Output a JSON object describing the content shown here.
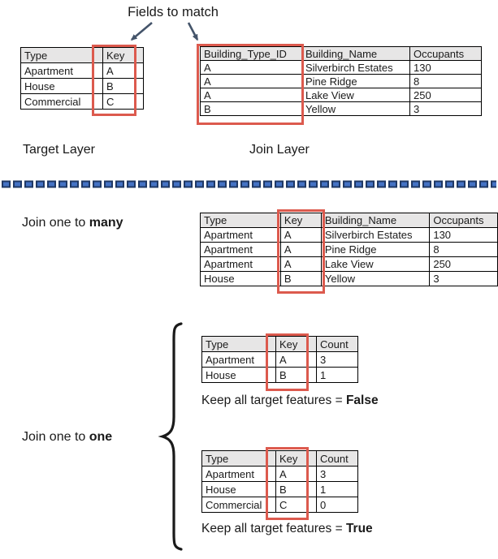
{
  "fields_to_match_label": "Fields to match",
  "target_layer": {
    "label": "Target Layer",
    "table": {
      "headers": [
        "Type",
        "Key"
      ],
      "rows": [
        [
          "Apartment",
          "A"
        ],
        [
          "House",
          "B"
        ],
        [
          "Commercial",
          "C"
        ]
      ]
    }
  },
  "join_layer": {
    "label": "Join Layer",
    "table": {
      "headers": [
        "Building_Type_ID",
        "Building_Name",
        "Occupants"
      ],
      "rows": [
        [
          "A",
          "Silverbirch Estates",
          "130"
        ],
        [
          "A",
          "Pine Ridge",
          "8"
        ],
        [
          "A",
          "Lake View",
          "250"
        ],
        [
          "B",
          "Yellow",
          "3"
        ]
      ]
    }
  },
  "join_one_to_many": {
    "label_prefix": "Join one to ",
    "label_bold": "many",
    "table": {
      "headers": [
        "Type",
        "Key",
        "Building_Name",
        "Occupants"
      ],
      "rows": [
        [
          "Apartment",
          "A",
          "Silverbirch Estates",
          "130"
        ],
        [
          "Apartment",
          "A",
          "Pine Ridge",
          "8"
        ],
        [
          "Apartment",
          "A",
          "Lake View",
          "250"
        ],
        [
          "House",
          "B",
          "Yellow",
          "3"
        ]
      ]
    }
  },
  "join_one_to_one": {
    "label_prefix": "Join one to ",
    "label_bold": "one",
    "keep_false": {
      "table": {
        "headers": [
          "Type",
          "Key",
          "Count"
        ],
        "rows": [
          [
            "Apartment",
            "A",
            "3"
          ],
          [
            "House",
            "B",
            "1"
          ]
        ]
      },
      "caption_prefix": "Keep all target features = ",
      "caption_bold": "False"
    },
    "keep_true": {
      "table": {
        "headers": [
          "Type",
          "Key",
          "Count"
        ],
        "rows": [
          [
            "Apartment",
            "A",
            "3"
          ],
          [
            "House",
            "B",
            "1"
          ],
          [
            "Commercial",
            "C",
            "0"
          ]
        ]
      },
      "caption_prefix": "Keep all target features = ",
      "caption_bold": "True"
    }
  },
  "colors": {
    "highlight_red": "#DC5A4E",
    "table_header_gray": "#E7E6E6",
    "divider_blue": "#4472C4",
    "divider_dark_navy": "#1F3864",
    "arrow_slate": "#44546A"
  }
}
